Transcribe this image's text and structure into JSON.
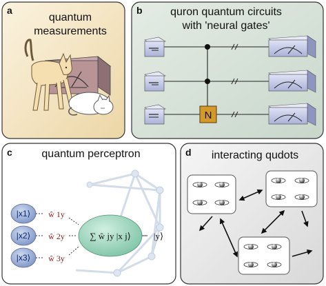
{
  "panels": {
    "a": {
      "letter": "a",
      "title_line1": "quantum",
      "title_line2": "measurements"
    },
    "b": {
      "letter": "b",
      "title_line1": "quron quantum circuits",
      "title_line2": "with 'neural gates'",
      "gate_label": "N"
    },
    "c": {
      "letter": "c",
      "title": "quantum perceptron",
      "inputs": [
        "|x1⟩",
        "|x2⟩",
        "|x3⟩"
      ],
      "weights": [
        "ŵ 1y",
        "ŵ 2y",
        "ŵ 3y"
      ],
      "sum_label": "∑ ŵ jy |x j⟩",
      "output": "|y⟩"
    },
    "d": {
      "letter": "d",
      "title": "interacting qudots"
    }
  },
  "colors": {
    "panel_a_bg": "#f4e4c1",
    "panel_b_bg": "#d9e4da",
    "panel_c_bg": "#ffffff",
    "panel_d_bg": "#ececec",
    "ket_fill": "#9fb3d9",
    "sum_fill": "#a8d8c2",
    "gate_fill": "#d39a2a",
    "weight_red": "#8a1a1a"
  }
}
